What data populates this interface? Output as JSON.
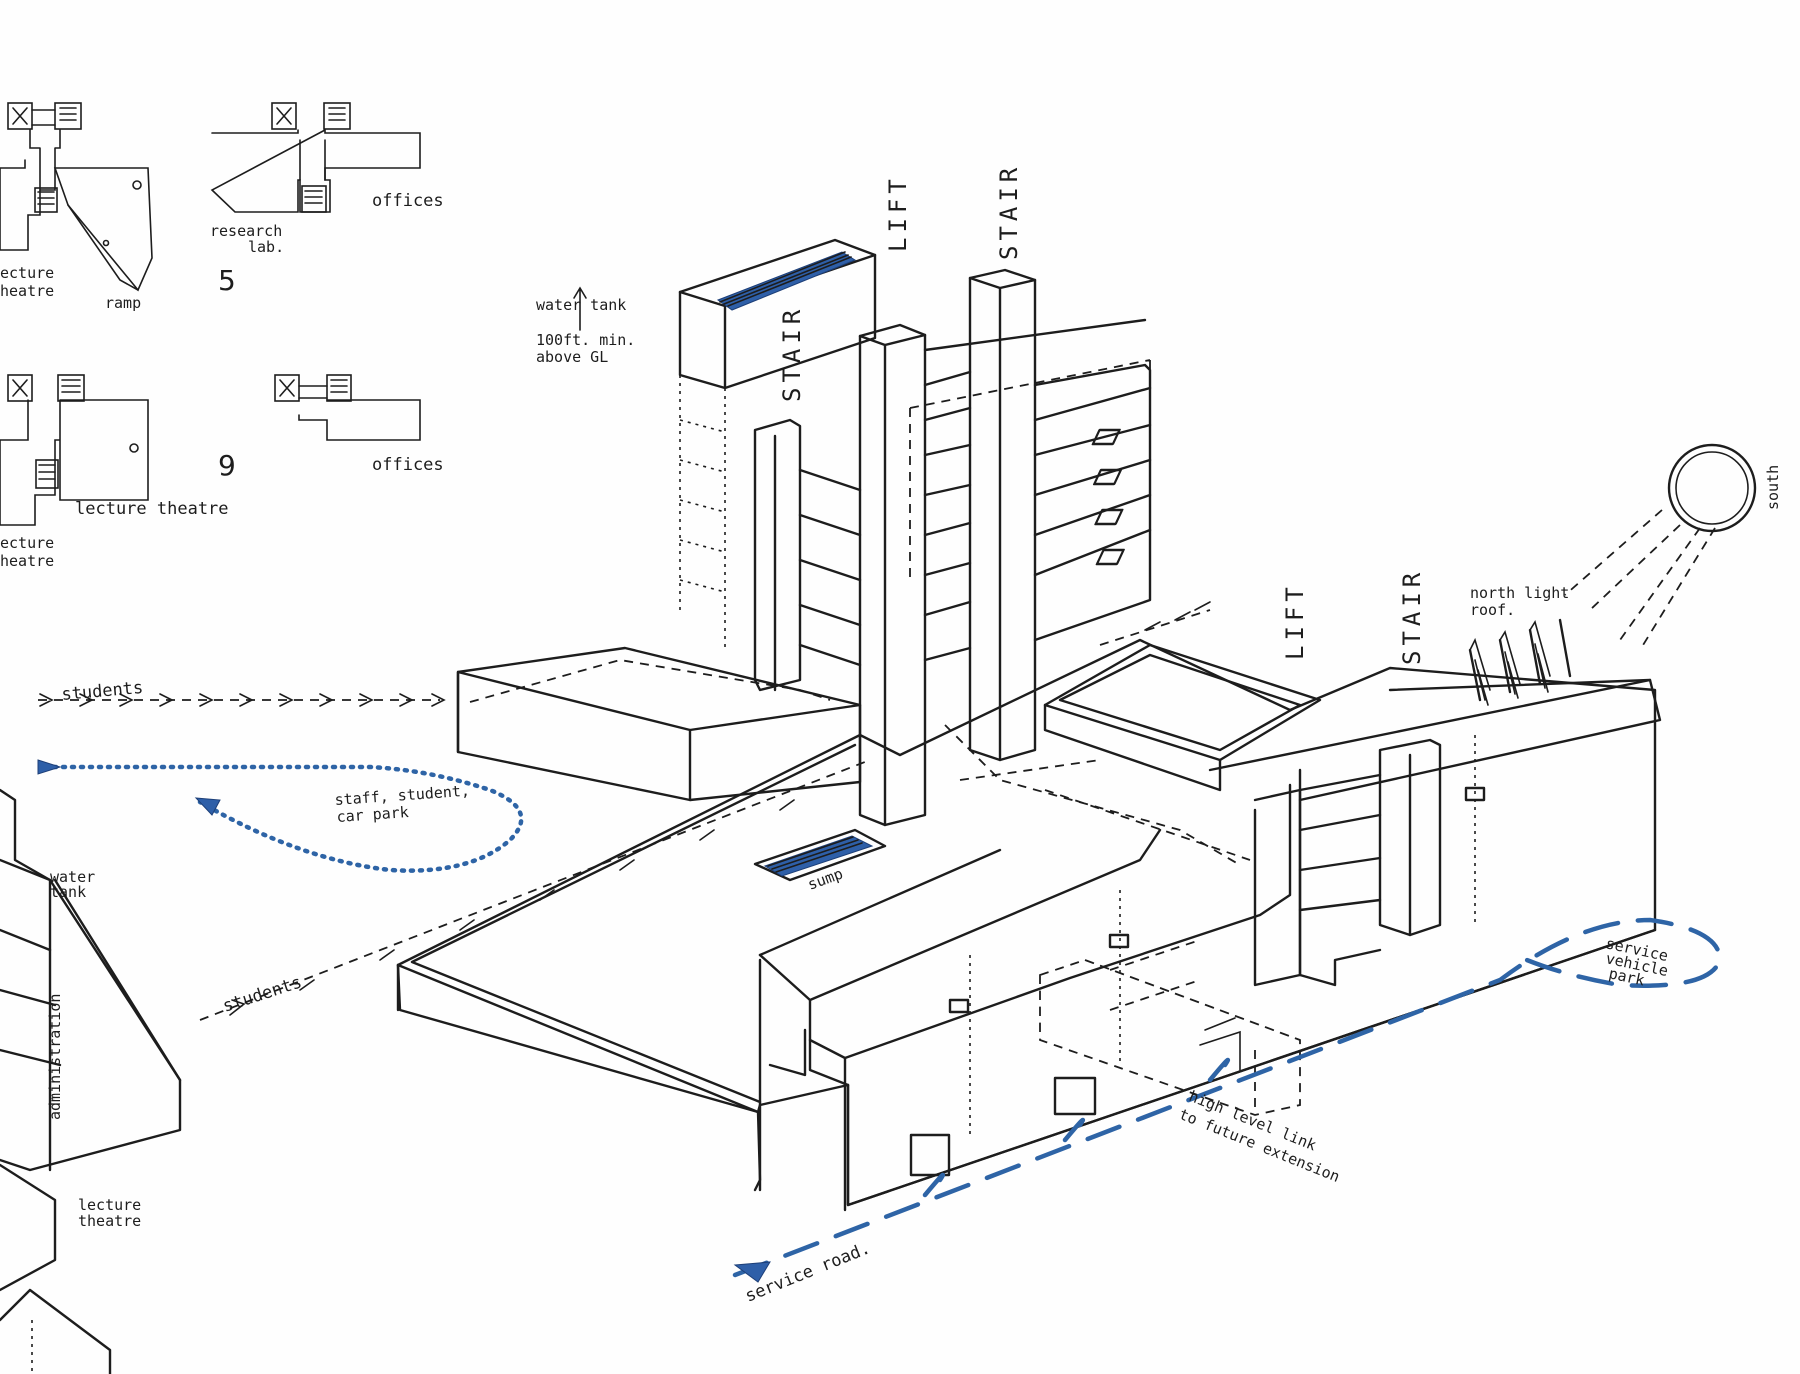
{
  "labels": {
    "lift_1": "LIFT",
    "stair_1": "STAIR",
    "stair_2": "STAIR",
    "lift_2": "LIFT",
    "stair_3": "STAIR",
    "water_tank": "water tank",
    "tank_height_1": "100ft. min.",
    "tank_height_2": "above GL",
    "students_1": "students",
    "students_2": "students",
    "car_park_1": "staff, student,",
    "car_park_2": "car park",
    "sump": "sump",
    "north_light_1": "north light",
    "north_light_2": "roof.",
    "south": "south",
    "service_park_1": "service",
    "service_park_2": "vehicle",
    "service_park_3": "park",
    "high_link_1": "high level link",
    "high_link_2": "to future extension",
    "service_road": "service road.",
    "offices_1": "offices",
    "offices_2": "offices",
    "research_lab_1": "research",
    "research_lab_2": "lab.",
    "ramp": "ramp",
    "lecture_theatre_1a": "ecture",
    "lecture_theatre_1b": "heatre",
    "lecture_theatre_2": "lecture theatre",
    "lecture_theatre_3a": "ecture",
    "lecture_theatre_3b": "heatre",
    "floor_5": "5",
    "floor_9": "9",
    "side_water_1": "water",
    "side_water_2": "tank",
    "administration": "administration",
    "side_lecture_1": "lecture",
    "side_lecture_2": "theatre"
  },
  "colors": {
    "ink": "#1d1d1d",
    "blue": "#2e64a6",
    "paper": "#fefefe"
  }
}
